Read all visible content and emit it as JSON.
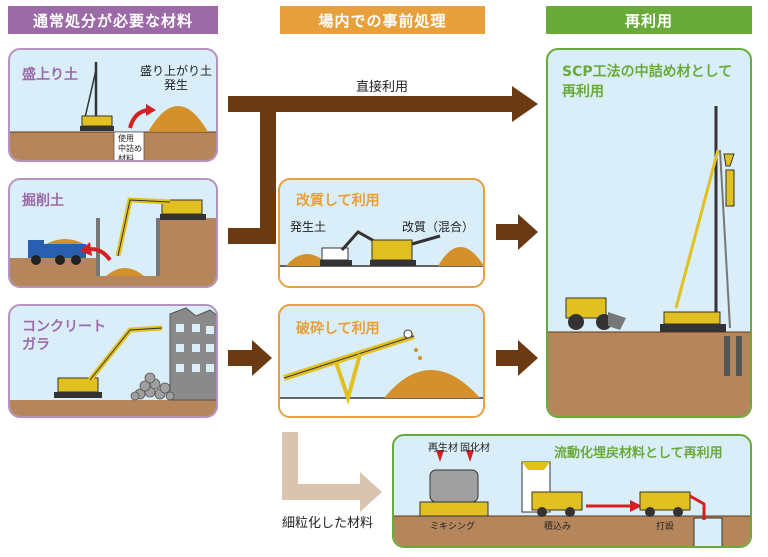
{
  "headers": {
    "col1": "通常処分が必要な材料",
    "col2": "場内での事前処理",
    "col3": "再利用"
  },
  "sources": {
    "embankment": {
      "title": "盛上り土",
      "note": "盛り上がり土\n発生",
      "tag": "使用\n中詰め\n材料"
    },
    "excavated": {
      "title": "掘削土"
    },
    "concrete": {
      "title": "コンクリート\nガラ"
    }
  },
  "processes": {
    "direct": "直接利用",
    "improve": {
      "title": "改質して利用",
      "left": "発生土",
      "right": "改質（混合）"
    },
    "crush": {
      "title": "破砕して利用"
    },
    "fine": "細粒化した材料"
  },
  "reuse": {
    "scp": "SCP工法の中詰め材として\n再利用",
    "flow": {
      "title": "流動化埋戻材料として再利用",
      "regen": "再生材",
      "solid": "固化材",
      "mixing": "ミキシング",
      "loading": "積込み",
      "placing": "打設"
    }
  },
  "colors": {
    "purple": "#9b6aa7",
    "orange": "#e8a03c",
    "green": "#6aaa3a",
    "arrow": "#6b3a12",
    "soil": "#c07a4a",
    "ground": "#b5865c"
  }
}
